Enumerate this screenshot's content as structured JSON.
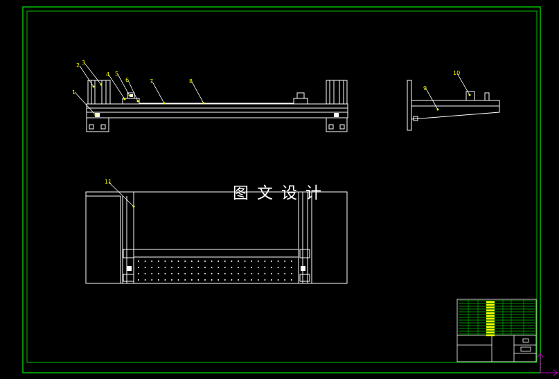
{
  "drawing": {
    "watermark_text": "图文设计",
    "part_numbers": [
      "1",
      "2",
      "3",
      "4",
      "5",
      "6",
      "7",
      "8",
      "9",
      "10",
      "11"
    ]
  },
  "colors": {
    "background": "#000000",
    "frame": "#00c000",
    "line": "#ffffff",
    "callout": "#ffff00",
    "ucs": "#c000c0"
  }
}
